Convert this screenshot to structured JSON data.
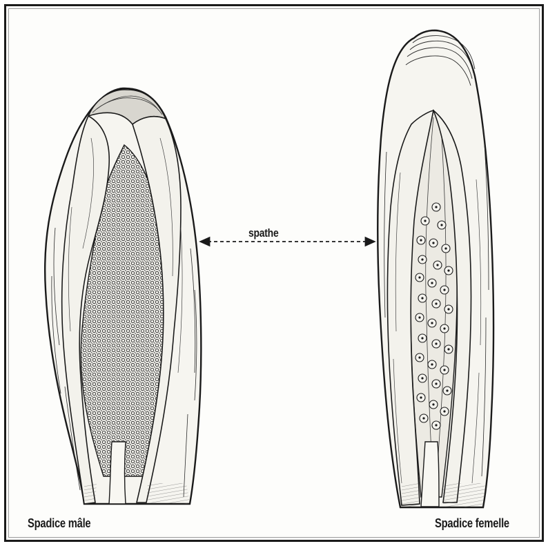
{
  "labels": {
    "male": "Spadice mâle",
    "female": "Spadice femelle",
    "spathe": "spathe"
  },
  "colors": {
    "ink": "#1a1a1a",
    "paper": "#fdfdfb"
  }
}
